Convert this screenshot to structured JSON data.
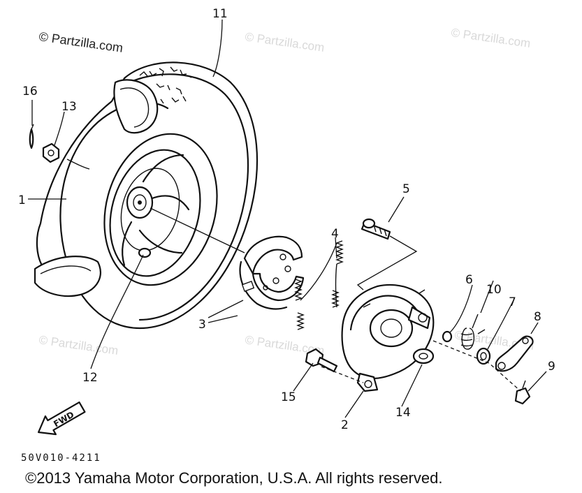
{
  "watermarks": {
    "primary": "© Partzilla.com",
    "faint": "© Partzilla.com"
  },
  "callouts": [
    "1",
    "2",
    "3",
    "4",
    "5",
    "6",
    "7",
    "8",
    "9",
    "10",
    "11",
    "12",
    "13",
    "14",
    "15",
    "16"
  ],
  "fwd_arrow_label": "FWD",
  "diagram_code": "50V010-4211",
  "copyright": "©2013  Yamaha Motor Corporation, U.S.A. All rights reserved."
}
